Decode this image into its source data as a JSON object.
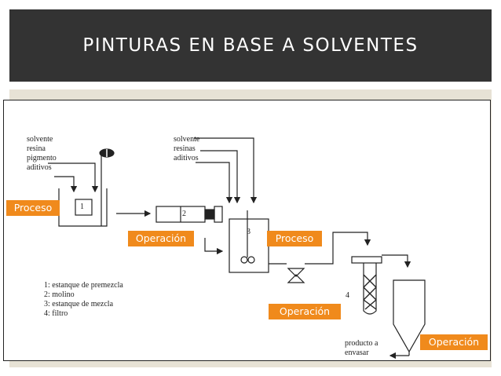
{
  "title": "PINTURAS EN BASE A SOLVENTES",
  "inputs_left": [
    "solvente",
    "resina",
    "pigmento",
    "aditivos"
  ],
  "inputs_mid": [
    "solvente",
    "resinas",
    "aditivos"
  ],
  "unit_numbers": [
    "1",
    "2",
    "3",
    "4"
  ],
  "legend": [
    "1: estanque de premezcla",
    "2: molino",
    "3: estanque de mezcla",
    "4: filtro"
  ],
  "output_label": [
    "producto a",
    "envasar"
  ],
  "tags": {
    "proceso_1": "Proceso",
    "operacion_1": "Operación",
    "proceso_2": "Proceso",
    "operacion_2": "Operación",
    "operacion_3": "Operación"
  },
  "colors": {
    "title_bg": "#333333",
    "tag_bg": "#f08a1c",
    "frame_bg": "#e7e2d5"
  }
}
